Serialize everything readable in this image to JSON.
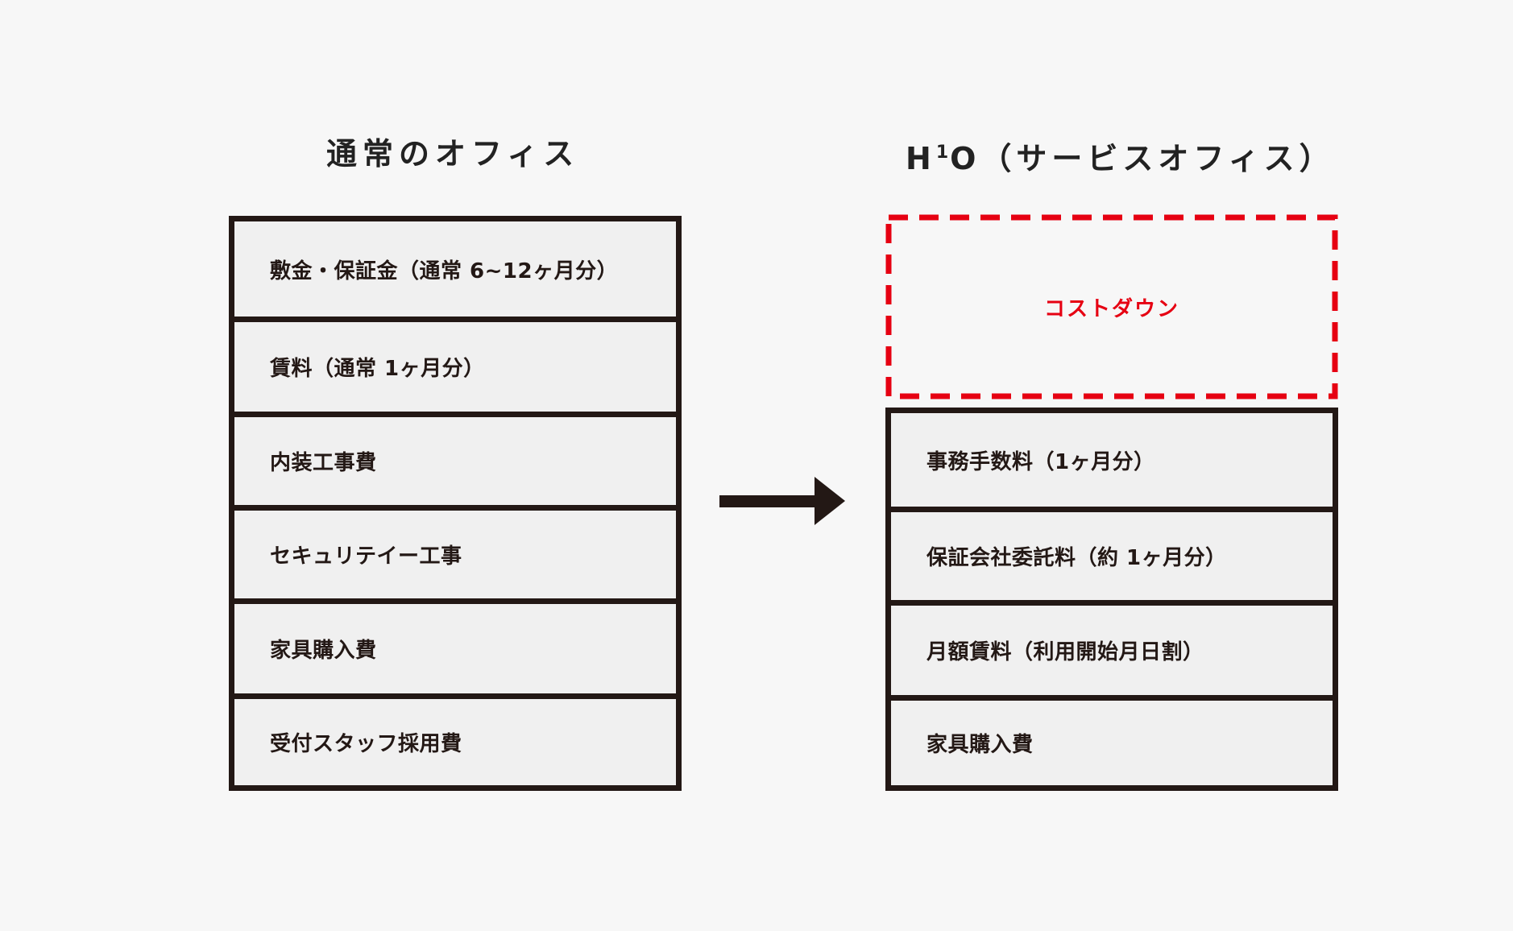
{
  "left": {
    "title": "通常のオフィス",
    "items": [
      "敷金・保証金（通常 6~12ヶ月分）",
      "賃料（通常 1ヶ月分）",
      "内装工事費",
      "セキュリテイー工事",
      "家具購入費",
      "受付スタッフ採用費"
    ]
  },
  "right": {
    "title_prefix": "H",
    "title_sup": "1",
    "title_rest": "O（サービスオフィス）",
    "costdown_label": "コストダウン",
    "items": [
      "事務手数料（1ヶ月分）",
      "保証会社委託料（約 1ヶ月分）",
      "月額賃料（利用開始月日割）",
      "家具購入費"
    ]
  },
  "arrow_icon": "right-arrow-icon",
  "colors": {
    "background": "#f7f7f7",
    "box_fill": "#f0f0f0",
    "border": "#231815",
    "accent_red": "#e60012"
  }
}
